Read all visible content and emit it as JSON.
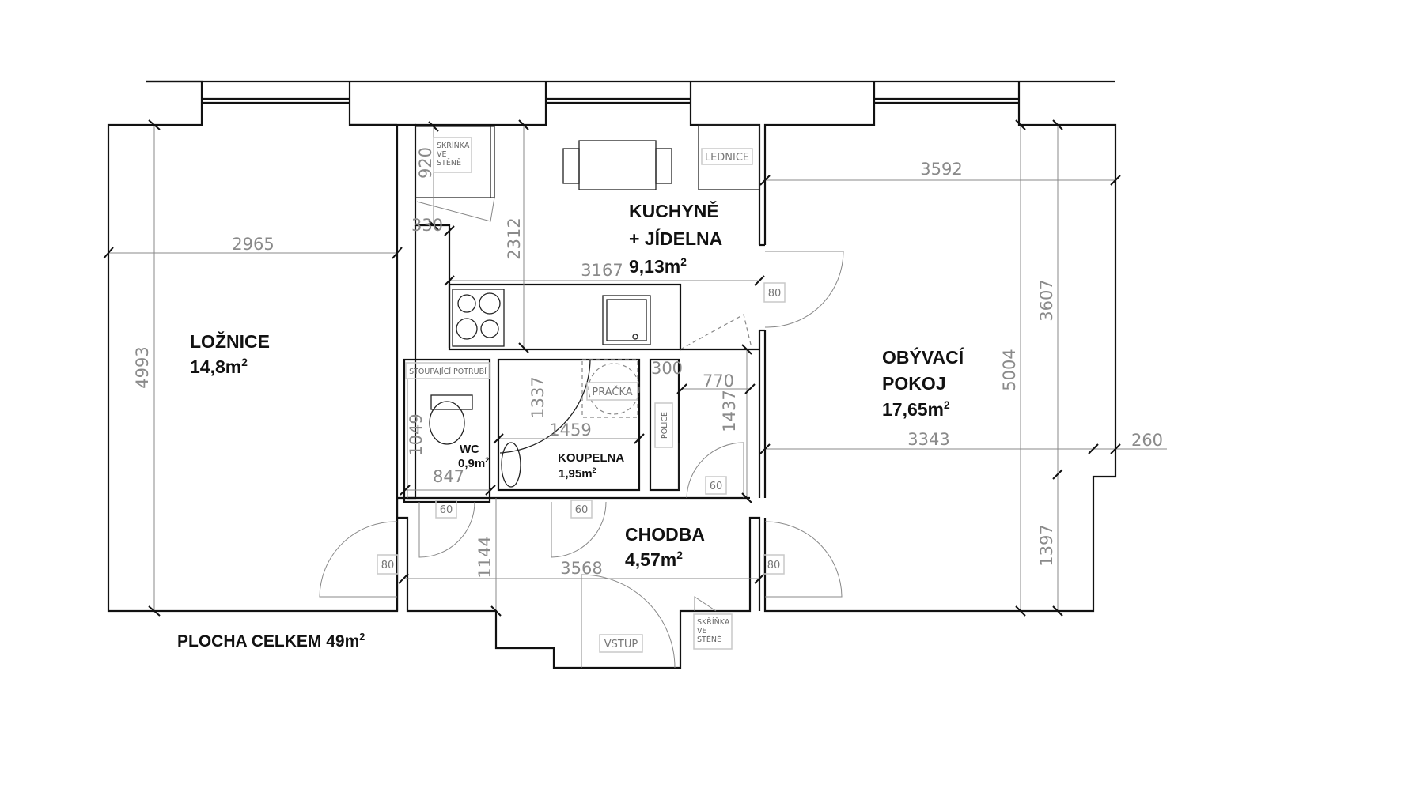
{
  "rooms": {
    "loznice": {
      "name": "LOŽNICE",
      "area": "14,8m",
      "exp": "2"
    },
    "kuchyne": {
      "name1": "KUCHYNĚ",
      "name2": "+ JÍDELNA",
      "area": "9,13m",
      "exp": "2"
    },
    "obyvaci": {
      "name1": "OBÝVACÍ",
      "name2": "POKOJ",
      "area": "17,65m",
      "exp": "2"
    },
    "wc": {
      "name": "WC",
      "area": "0,9m",
      "exp": "2"
    },
    "koupelna": {
      "name": "KOUPELNA",
      "area": "1,95m",
      "exp": "2"
    },
    "chodba": {
      "name": "CHODBA",
      "area": "4,57m",
      "exp": "2"
    }
  },
  "total": {
    "label": "PLOCHA CELKEM 49m",
    "exp": "2"
  },
  "fixtures": {
    "cabinet_top": [
      "SKŘÍŇKA",
      "VE",
      "STĚNĚ"
    ],
    "cabinet_entry": [
      "SKŘÍŇKA",
      "VE",
      "STĚNĚ"
    ],
    "fridge": "LEDNICE",
    "riser": "STOUPAJÍCÍ POTRUBÍ",
    "washer": "PRAČKA",
    "shelf": "POLICE",
    "entrance": "VSTUP"
  },
  "doors": {
    "living_kitchen": "80",
    "bedroom": "80",
    "living_hall": "80",
    "wc": "60",
    "bath": "60",
    "storage": "60"
  },
  "dimensions": {
    "bedroom_width": "2965",
    "bedroom_length": "4993",
    "cabinet_depth": "920",
    "niche": "330",
    "kitchen_depth": "2312",
    "kitchen_width": "3167",
    "living_top_width": "3592",
    "living_upper_length": "3607",
    "living_length": "5004",
    "living_width": "3343",
    "bay": "260",
    "living_lower_length": "1397",
    "wc_length": "1049",
    "wc_width": "847",
    "bath_depth": "1337",
    "bath_width": "1459",
    "shelf_width": "300",
    "storage_width": "770",
    "storage_length": "1437",
    "hall_depth": "1144",
    "hall_width": "3568"
  }
}
